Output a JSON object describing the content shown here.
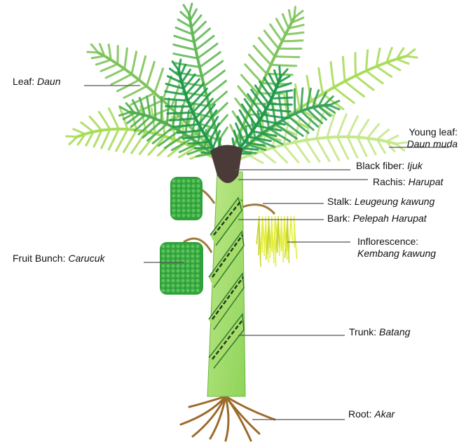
{
  "colors": {
    "leaf_dark": "#1f9a4a",
    "leaf_light": "#a9dc5a",
    "trunk": "#8fd45a",
    "trunk_dark": "#2e7a2e",
    "fiber": "#4a3a38",
    "fruit": "#2fa23c",
    "flower": "#e4ee3a",
    "root": "#9c6a2a",
    "leader": "#555555"
  },
  "labels": {
    "leaf": {
      "term": "Leaf:",
      "local": "Daun"
    },
    "young_leaf": {
      "term": "Young leaf:",
      "local": "Daun muda"
    },
    "black_fiber": {
      "term": "Black fiber:",
      "local": "Ijuk"
    },
    "rachis": {
      "term": "Rachis:",
      "local": "Harupat"
    },
    "stalk": {
      "term": "Stalk:",
      "local": "Leugeung kawung"
    },
    "bark": {
      "term": "Bark:",
      "local": "Pelepah Harupat"
    },
    "inflorescence": {
      "term": "Inflorescence:",
      "local": "Kembang kawung"
    },
    "fruit_bunch": {
      "term": "Fruit Bunch:",
      "local": "Carucuk"
    },
    "trunk": {
      "term": "Trunk:",
      "local": "Batang"
    },
    "root": {
      "term": "Root:",
      "local": "Akar"
    }
  }
}
